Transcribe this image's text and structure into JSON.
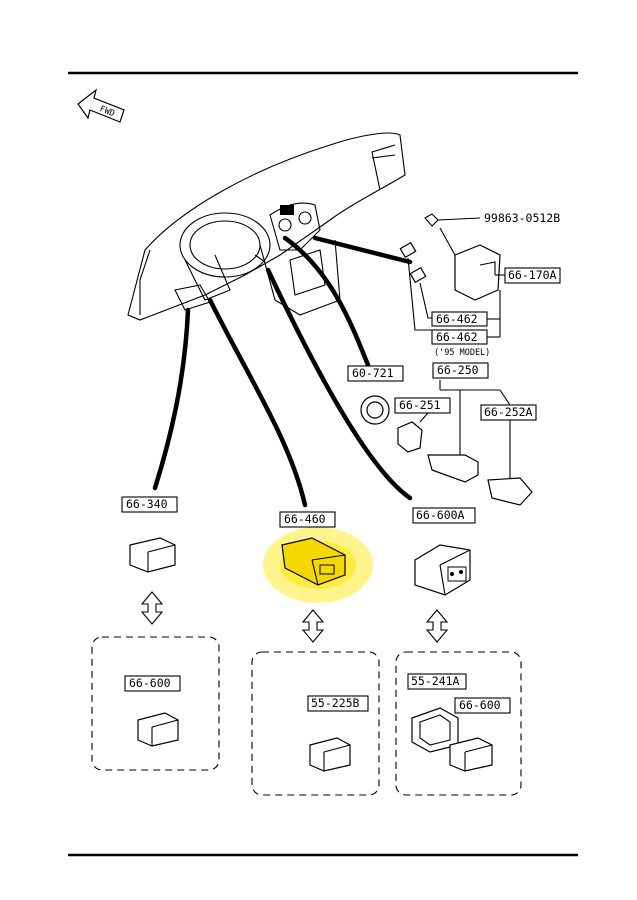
{
  "fwd_label": "FWD",
  "highlight_color": "#ffe600",
  "labels": {
    "bolt": "99863-0512B",
    "relay": "66-170A",
    "clip1": "66-462",
    "clip2": "66-462",
    "model_note": "('95 MODEL)",
    "ring": "60-721",
    "lighter_group": "66-250",
    "lighter_socket": "66-251",
    "lighter_plug": "66-252A",
    "switch_left": "66-340",
    "switch_center": "66-460",
    "switch_right": "66-600A",
    "box_left_part": "66-600",
    "box_center_part": "55-225B",
    "box_right_part1": "55-241A",
    "box_right_part2": "66-600"
  }
}
